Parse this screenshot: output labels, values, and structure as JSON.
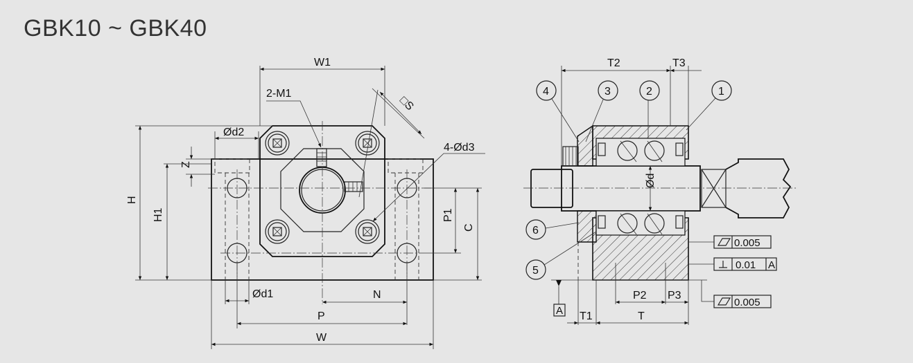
{
  "title": "GBK10 ~ GBK40",
  "front_view": {
    "w1": "W1",
    "m1": "2-M1",
    "s": "□S",
    "d3": "4-Ød3",
    "d2": "Ød2",
    "z": "Z",
    "h": "H",
    "h1": "H1",
    "p1": "P1",
    "c": "C",
    "d1": "Ød1",
    "n": "N",
    "p": "P",
    "w": "W"
  },
  "side_view": {
    "t2": "T2",
    "t3": "T3",
    "d": "Ød",
    "t1": "T1",
    "t": "T",
    "p2": "P2",
    "p3": "P3",
    "datum": "A",
    "balloons": [
      "1",
      "2",
      "3",
      "4",
      "5",
      "6"
    ],
    "tol_flat1": "0.005",
    "tol_perp": "0.01",
    "tol_perp_datum": "A",
    "tol_flat2": "0.005"
  }
}
